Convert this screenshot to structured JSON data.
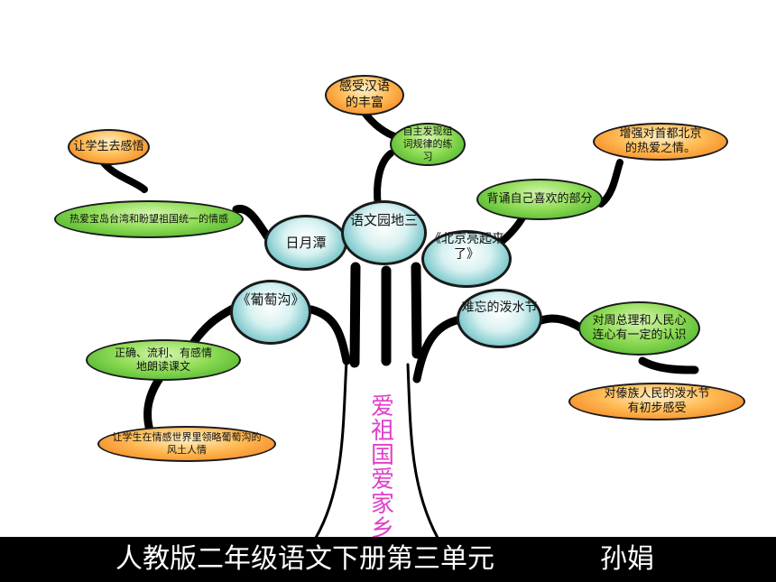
{
  "diagram": {
    "center_label": "爱祖国爱家乡",
    "main_topics": [
      {
        "id": "riyuetan",
        "label": "日月潭"
      },
      {
        "id": "yuwen",
        "label": "语文园地三"
      },
      {
        "id": "beijing",
        "label": "《北京亮起来了》"
      },
      {
        "id": "putaogou",
        "label": "《葡萄沟》"
      },
      {
        "id": "poshuijie",
        "label": "难忘的泼水节"
      }
    ],
    "leaves": {
      "ganshou_hanyu": "感受汉语的丰富",
      "zizhu_faxian": "自主发现组词规律的练习",
      "rang_xuesheng": "让学生去感悟",
      "re_ai_baodao": "热爱宝岛台湾和盼望祖国统一的情感",
      "zengqiang": "增强对首都北京的热爱之情。",
      "beisong": "背诵自己喜欢的部分",
      "zhengque": "正确、流利、有感情地朗读课文",
      "rang_lingue": "让学生在情感世界里领略葡萄沟的风土人情",
      "dui_zhou": "对周总理和人民心连心有一定的认识",
      "dui_daizu": "对傣族人民的泼水节有初步感受"
    }
  },
  "footer": {
    "title": "人教版二年级语文下册第三单元",
    "author": "孙娟"
  }
}
